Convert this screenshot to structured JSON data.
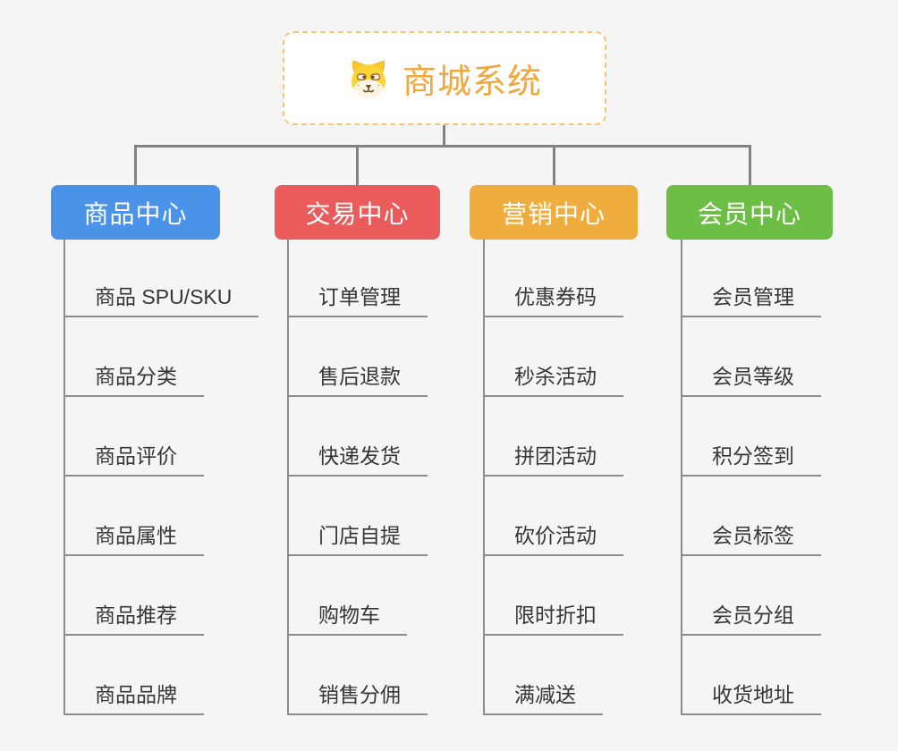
{
  "root": {
    "title": "商城系统",
    "icon": "dog-face-icon",
    "accent_color": "#f0a73e",
    "border_color": "#f6c571"
  },
  "connector_color": "#828282",
  "branches": [
    {
      "label": "商品中心",
      "color": "#4b92e9",
      "children": [
        "商品 SPU/SKU",
        "商品分类",
        "商品评价",
        "商品属性",
        "商品推荐",
        "商品品牌"
      ]
    },
    {
      "label": "交易中心",
      "color": "#e95c5b",
      "children": [
        "订单管理",
        "售后退款",
        "快递发货",
        "门店自提",
        "购物车",
        "销售分佣"
      ]
    },
    {
      "label": "营销中心",
      "color": "#efad3e",
      "children": [
        "优惠券码",
        "秒杀活动",
        "拼团活动",
        "砍价活动",
        "限时折扣",
        "满减送"
      ]
    },
    {
      "label": "会员中心",
      "color": "#6cbe44",
      "children": [
        "会员管理",
        "会员等级",
        "积分签到",
        "会员标签",
        "会员分组",
        "收货地址"
      ]
    }
  ]
}
